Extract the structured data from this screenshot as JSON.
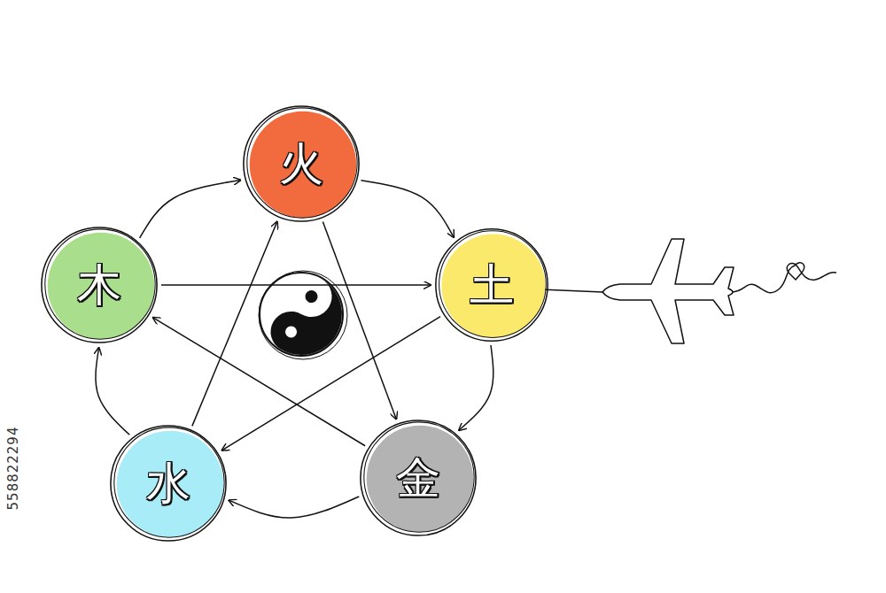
{
  "diagram": {
    "nodes": [
      {
        "text": [
          "火"
        ]
      },
      {
        "text": [
          "木"
        ]
      },
      {
        "text": [
          "土"
        ]
      },
      {
        "text": [
          "水"
        ]
      },
      {
        "text": [
          "金"
        ]
      }
    ],
    "edges": [
      {
        "from": 1,
        "to": 0,
        "arrow": "to"
      },
      {
        "from": 0,
        "to": 2,
        "arrow": "to"
      },
      {
        "from": 2,
        "to": 4,
        "arrow": "to"
      },
      {
        "from": 4,
        "to": 3,
        "arrow": "to"
      },
      {
        "from": 3,
        "to": 1,
        "arrow": "to"
      },
      {
        "from": 1,
        "to": 2,
        "arrow": "to"
      },
      {
        "from": 2,
        "to": 3,
        "arrow": "to"
      },
      {
        "from": 3,
        "to": 0,
        "arrow": "to"
      },
      {
        "from": 0,
        "to": 4,
        "arrow": "to"
      },
      {
        "from": 4,
        "to": 1,
        "arrow": "to"
      }
    ],
    "labels": [
      "558822294"
    ]
  }
}
